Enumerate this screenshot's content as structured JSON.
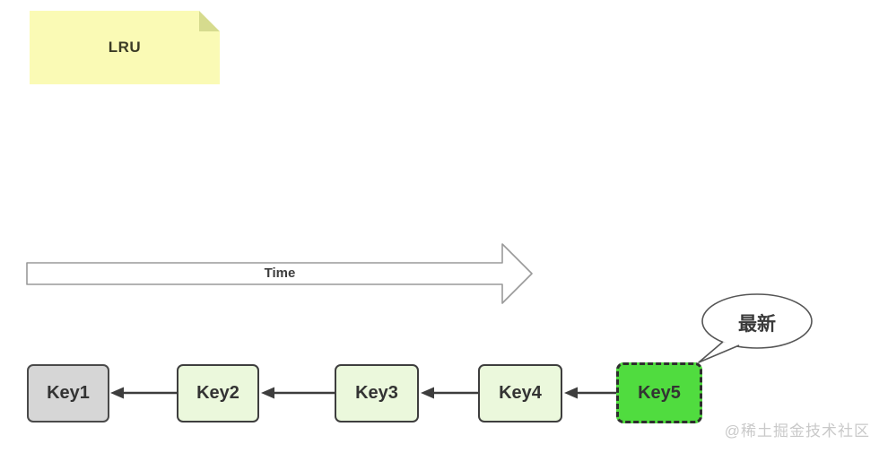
{
  "note": {
    "label": "LRU"
  },
  "timeline": {
    "label": "Time"
  },
  "chain": {
    "nodes": [
      {
        "label": "Key1",
        "state": "oldest"
      },
      {
        "label": "Key2",
        "state": "middle"
      },
      {
        "label": "Key3",
        "state": "middle"
      },
      {
        "label": "Key4",
        "state": "middle"
      },
      {
        "label": "Key5",
        "state": "newest"
      }
    ],
    "arrow_direction": "right-to-left"
  },
  "callout": {
    "label": "最新"
  },
  "watermark": {
    "label": "@稀土掘金技术社区"
  },
  "colors": {
    "note_fill": "#FAFAB5",
    "note_fold": "#D6DB8E",
    "node_fill": "#EBF8DC",
    "oldest_fill": "#D6D6D6",
    "newest_fill": "#50DC3F",
    "node_border": "#3E3E3E",
    "connector": "#3D3D3D",
    "time_arrow_stroke": "#9A9A9A",
    "bubble_stroke": "#555555",
    "watermark_text": "#C9C9C9"
  }
}
